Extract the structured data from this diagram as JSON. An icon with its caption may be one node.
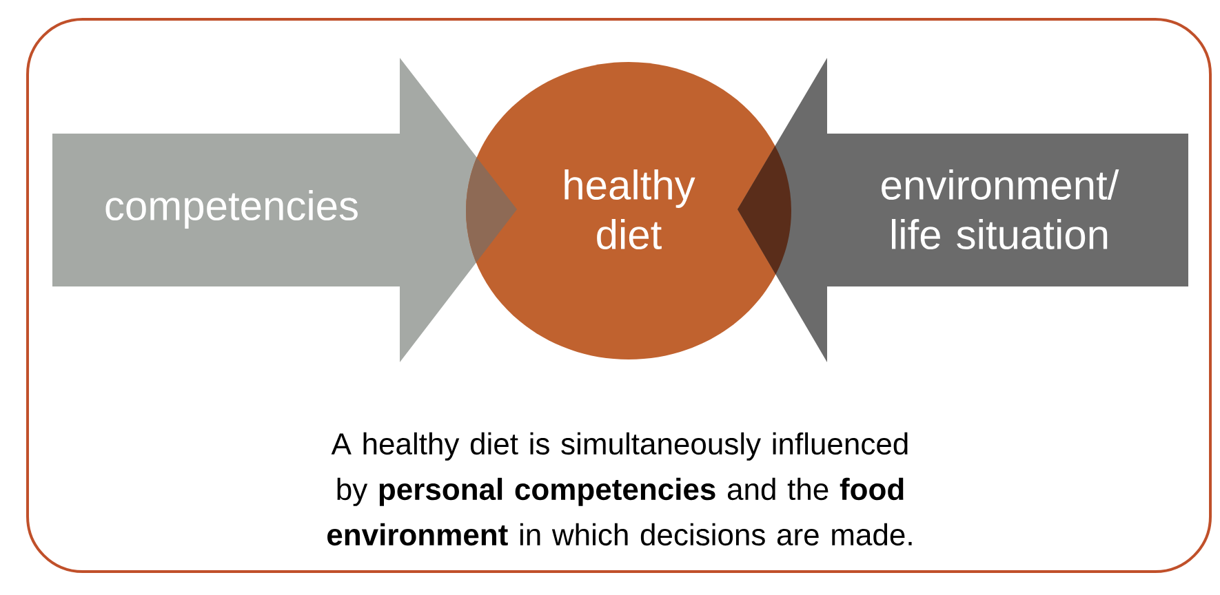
{
  "diagram": {
    "caption": "A healthy diet is simultaneously influenced by **personal competencies** and the **food environment** in which decisions are made.",
    "nodes": [
      {
        "text": [
          "competencies"
        ]
      },
      {
        "text": [
          "healthy diet"
        ]
      },
      {
        "text": [
          "environment/ life situation"
        ]
      }
    ]
  }
}
